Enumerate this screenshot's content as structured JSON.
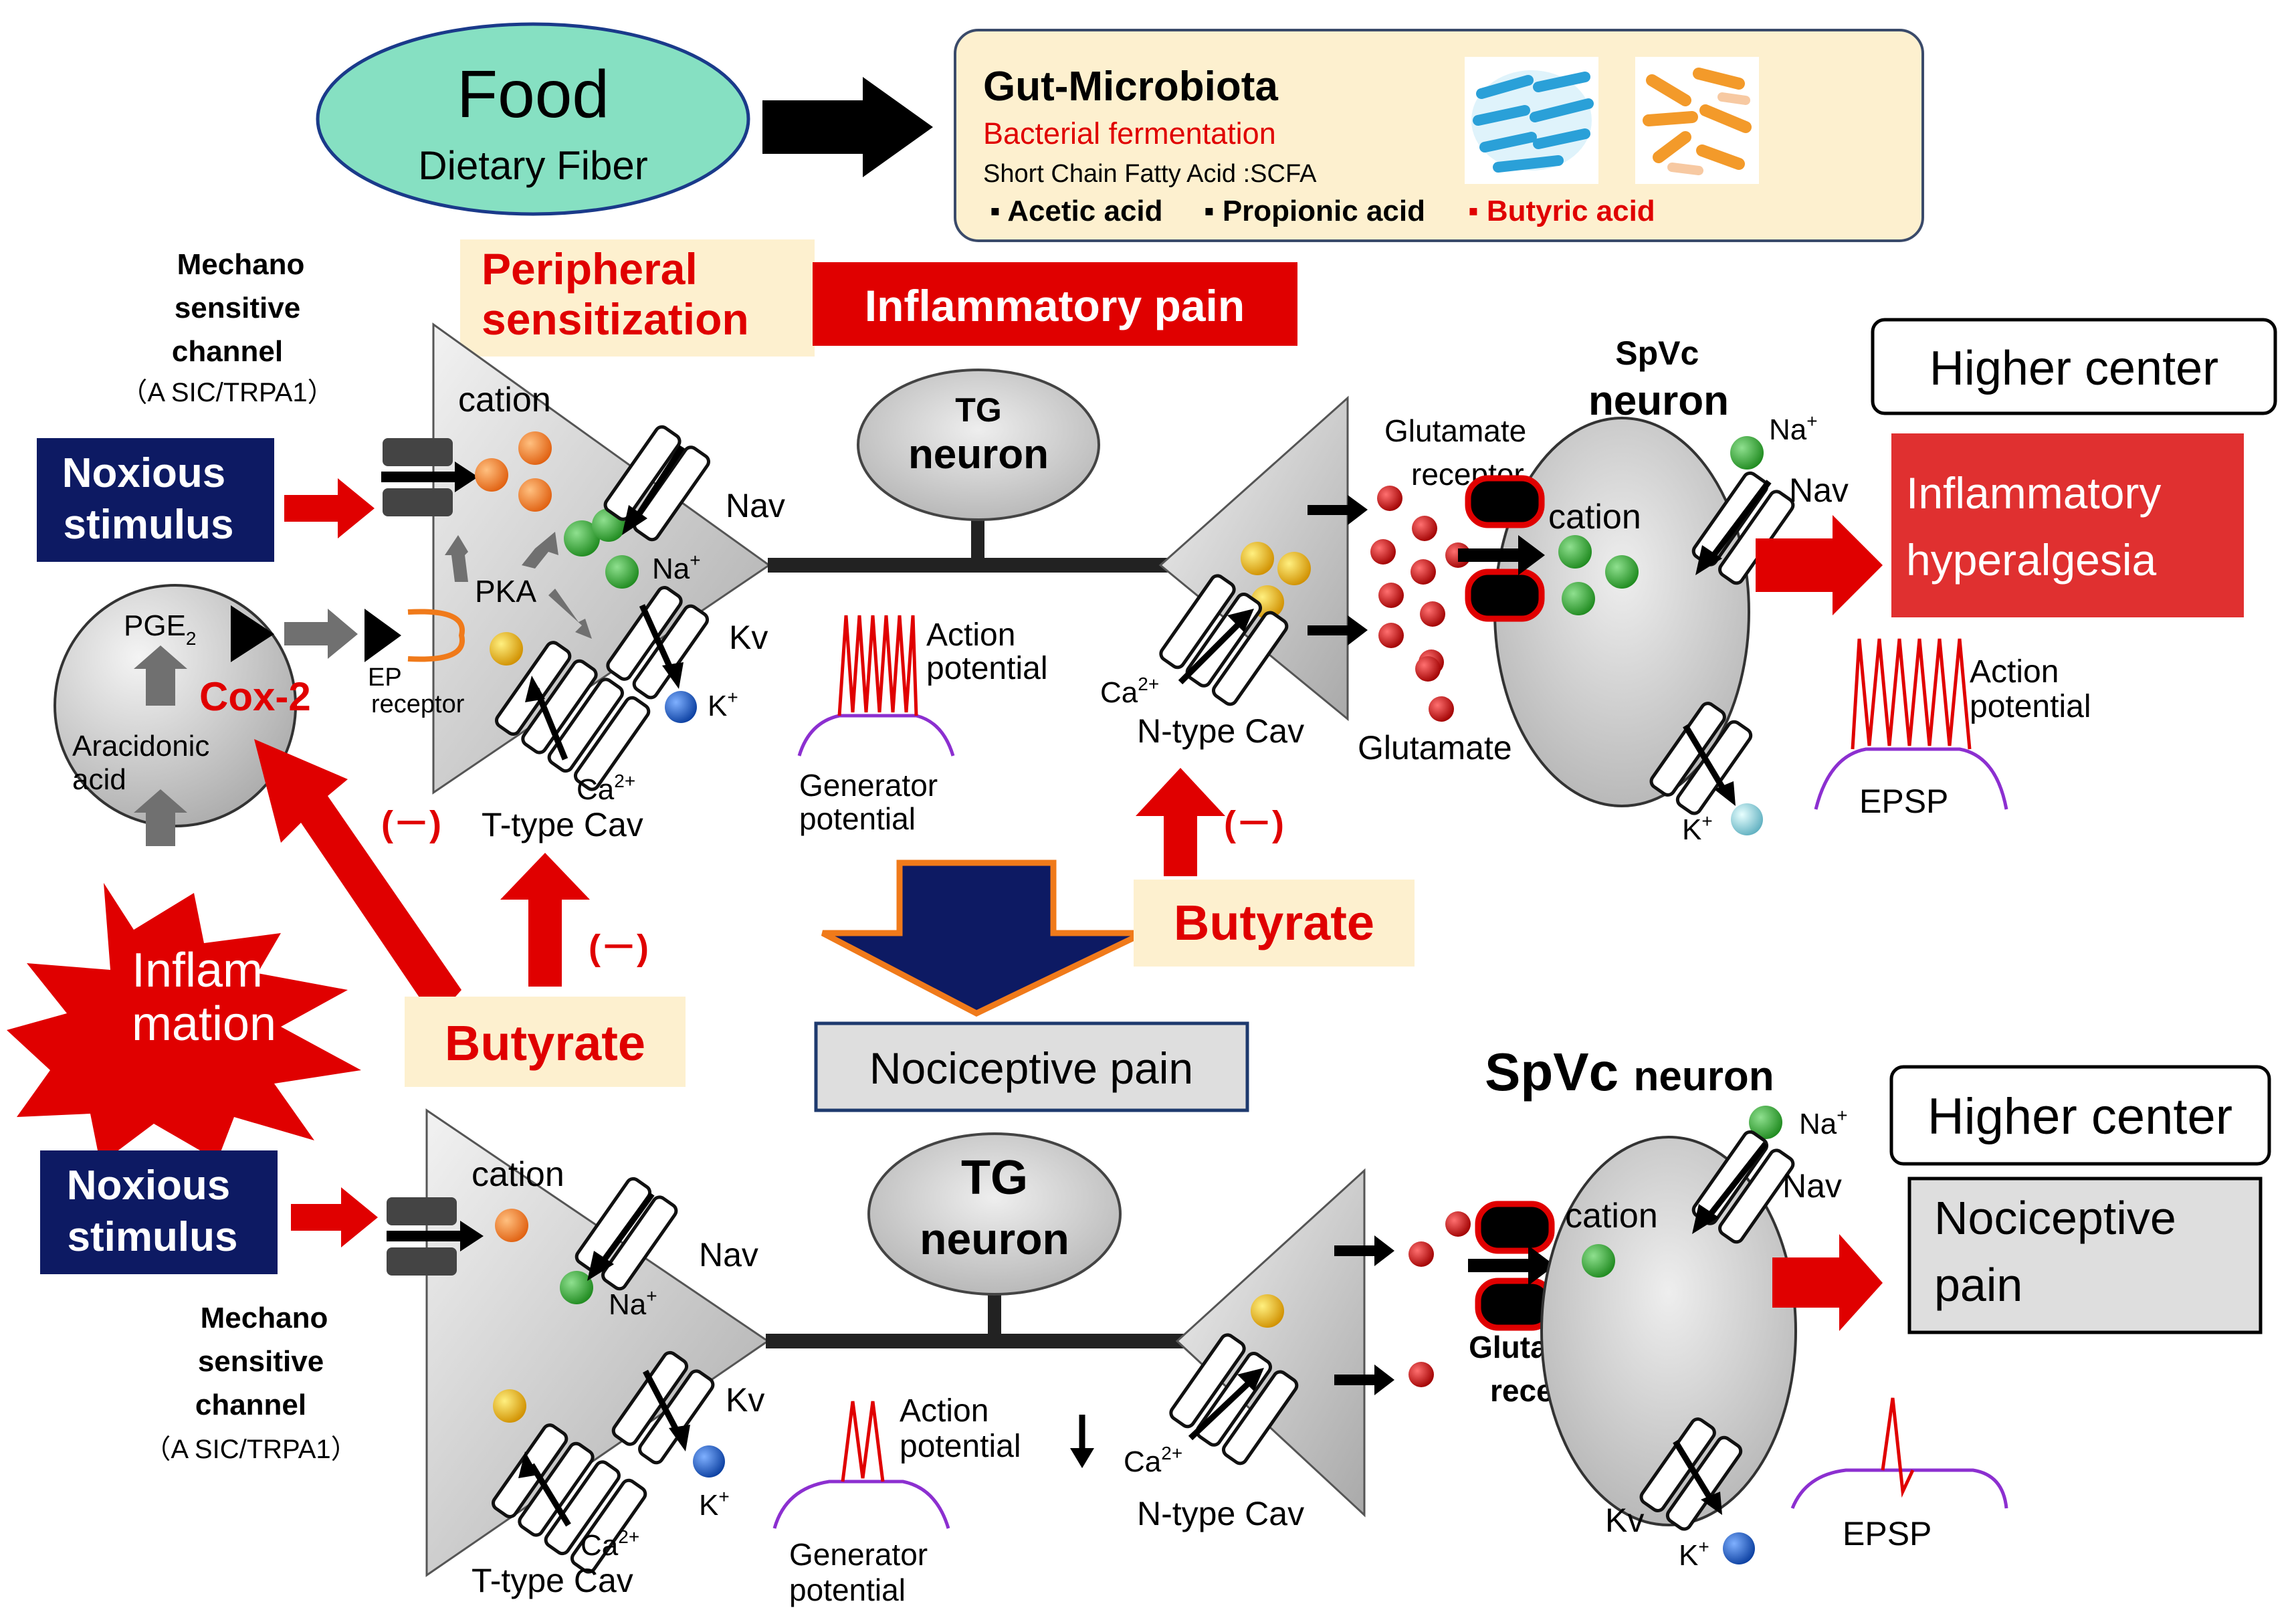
{
  "food": {
    "title": "Food",
    "subtitle": "Dietary Fiber"
  },
  "microbiota": {
    "title": "Gut-Microbiota",
    "fermentation": "Bacterial fermentation",
    "scfa": "Short Chain Fatty Acid :SCFA",
    "acids": [
      "▪ Acetic acid",
      "▪ Propionic acid",
      "▪ Butyric acid"
    ]
  },
  "top": {
    "mechano": [
      "Mechano",
      "sensitive",
      "channel",
      "（A SIC/TRPA1）"
    ],
    "peripheral": [
      "Peripheral",
      "sensitization"
    ],
    "inflammatory_pain": "Inflammatory pain",
    "noxious": [
      "Noxious",
      "stimulus"
    ],
    "cation": "cation",
    "nav": "Nav",
    "na": "Na",
    "kv": "Kv",
    "k": "K",
    "pka": "PKA",
    "pge2": "PGE",
    "ep_receptor": [
      "EP",
      "receptor"
    ],
    "cox2": "Cox-2",
    "aracidonic": [
      "Aracidonic",
      "acid"
    ],
    "ca": "Ca",
    "t_type": "T-type Cav",
    "tg_neuron": [
      "TG",
      "neuron"
    ],
    "action_potential": [
      "Action",
      "potential"
    ],
    "generator_potential": [
      "Generator",
      "potential"
    ],
    "n_type": "N-type Cav",
    "glutamate_receptor": [
      "Glutamate",
      "receptor"
    ],
    "glutamate": "Glutamate",
    "spvc": [
      "SpVc",
      "neuron"
    ],
    "spvc_cation": "cation",
    "spvc_nav": "Nav",
    "higher_center": "Higher center",
    "hyperalgesia": [
      "Inflammatory",
      "hyperalgesia"
    ],
    "ap2": [
      "Action",
      "potential"
    ],
    "epsp": "EPSP",
    "minus": "(－)"
  },
  "middle": {
    "inflammation": [
      "Inflam",
      "mation"
    ],
    "butyrate_left": "Butyrate",
    "butyrate_right": "Butyrate",
    "nociceptive_pain": "Nociceptive pain"
  },
  "bottom": {
    "noxious": [
      "Noxious",
      "stimulus"
    ],
    "mechano": [
      "Mechano",
      "sensitive",
      "channel",
      "（A SIC/TRPA1）"
    ],
    "cation": "cation",
    "nav": "Nav",
    "na": "Na",
    "kv": "Kv",
    "k": "K",
    "ca": "Ca",
    "t_type": "T-type Cav",
    "tg_neuron": [
      "TG",
      "neuron"
    ],
    "action_potential": [
      "Action",
      "potential"
    ],
    "generator_potential": [
      "Generator",
      "potential"
    ],
    "n_type": "N-type Cav",
    "glutamate_receptor": [
      "Glutamate",
      "receptor"
    ],
    "spvc_title": "SpVc",
    "spvc_neuron": "neuron",
    "spvc_cation": "cation",
    "spvc_nav": "Nav",
    "spvc_kv": "Kv",
    "higher_center": "Higher center",
    "nociceptive": [
      "Nociceptive",
      "pain"
    ],
    "epsp": "EPSP"
  },
  "colors": {
    "red": "#e00000",
    "navy": "#0d1a63",
    "cream": "#fdf0cf",
    "teal_oval": "#86e0c2",
    "gray_cell": "#cfcfcf"
  }
}
